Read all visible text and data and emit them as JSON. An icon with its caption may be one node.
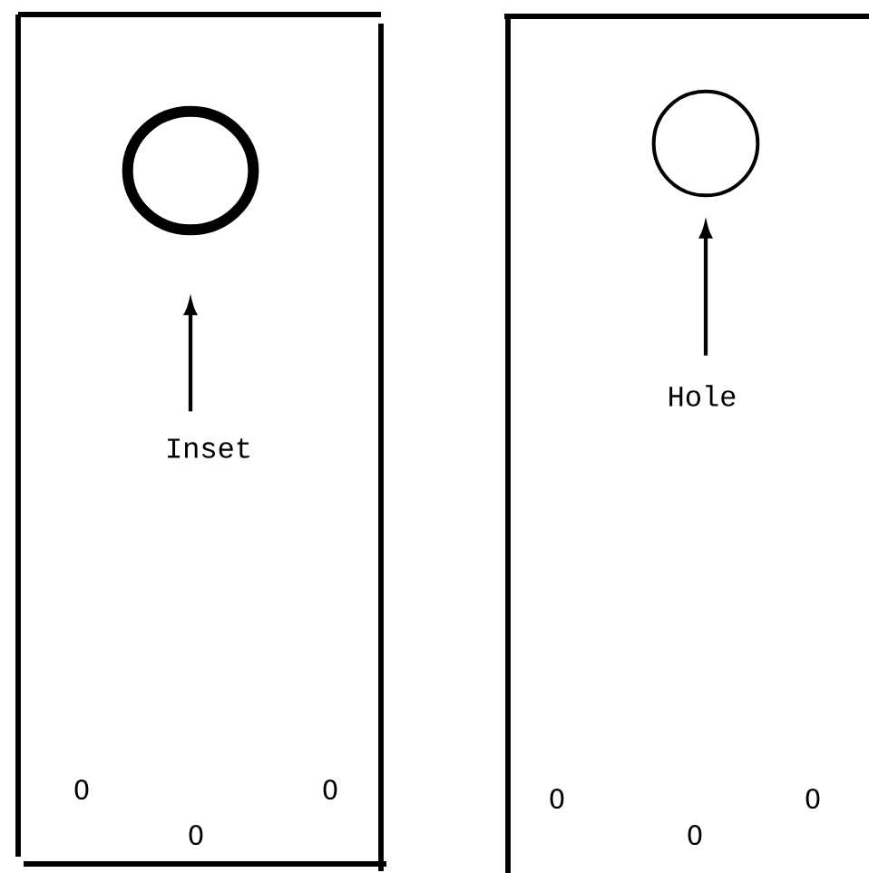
{
  "diagram": {
    "nodes": [
      {
        "text": [],
        "shape": "circle"
      },
      {
        "text": [
          "Inset"
        ]
      },
      {
        "text": [],
        "shape": "circle"
      },
      {
        "text": [
          "Hole"
        ]
      }
    ],
    "edges": [
      {
        "from": 1,
        "to": 0,
        "arrow": "to"
      },
      {
        "from": 3,
        "to": 2,
        "arrow": "to"
      }
    ],
    "labels": [
      "0",
      "0",
      "0",
      "0",
      "0",
      "0"
    ]
  }
}
